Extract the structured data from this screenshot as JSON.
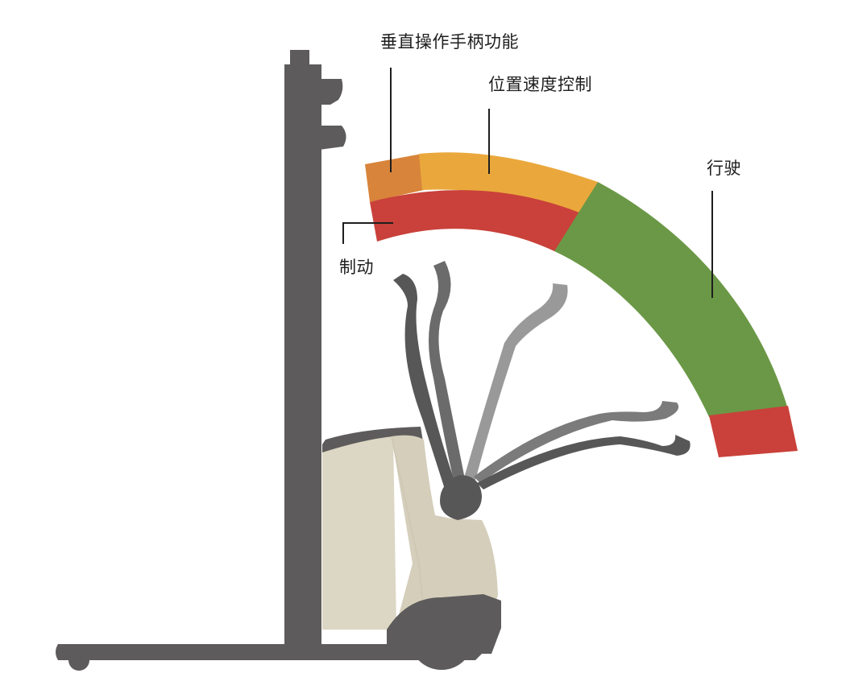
{
  "labels": {
    "vertical_handle_function": "垂直操作手柄功能",
    "position_speed_control": "位置速度控制",
    "driving": "行驶",
    "braking": "制动"
  },
  "colors": {
    "mast": "#5d5b5b",
    "body": "#dcd6c4",
    "handle_dark": "#585757",
    "handle_mid": "#7b7b7b",
    "handle_light": "#999999",
    "zone_vertical": "#d8843a",
    "zone_speed": "#eaa83c",
    "zone_brake": "#c9413a",
    "zone_drive": "#6b9846"
  }
}
